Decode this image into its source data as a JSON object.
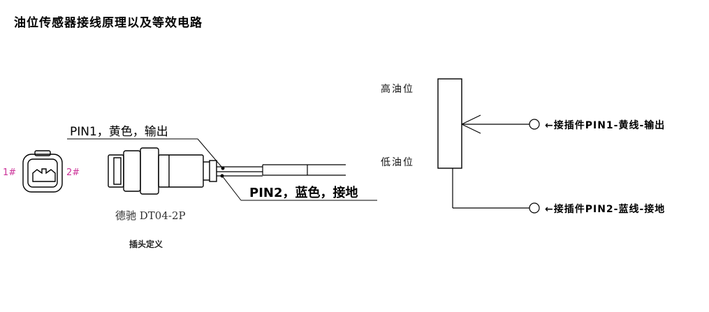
{
  "title": "油位传感器接线原理以及等效电路",
  "pin1_label": "PIN1，黄色，输出",
  "pin2_label": "PIN2，蓝色，接地",
  "pin_left": "1#",
  "pin_right": "2#",
  "connector_model": "德驰 DT04-2P",
  "plug_definition": "插头定义",
  "high_level": "高油位",
  "low_level": "低油位",
  "conn_pin1": "←接插件PIN1-黄线-输出",
  "conn_pin2": "←接插件PIN2-蓝线-接地",
  "colors": {
    "pin_marker": "#cc3399",
    "line": "#000000"
  }
}
